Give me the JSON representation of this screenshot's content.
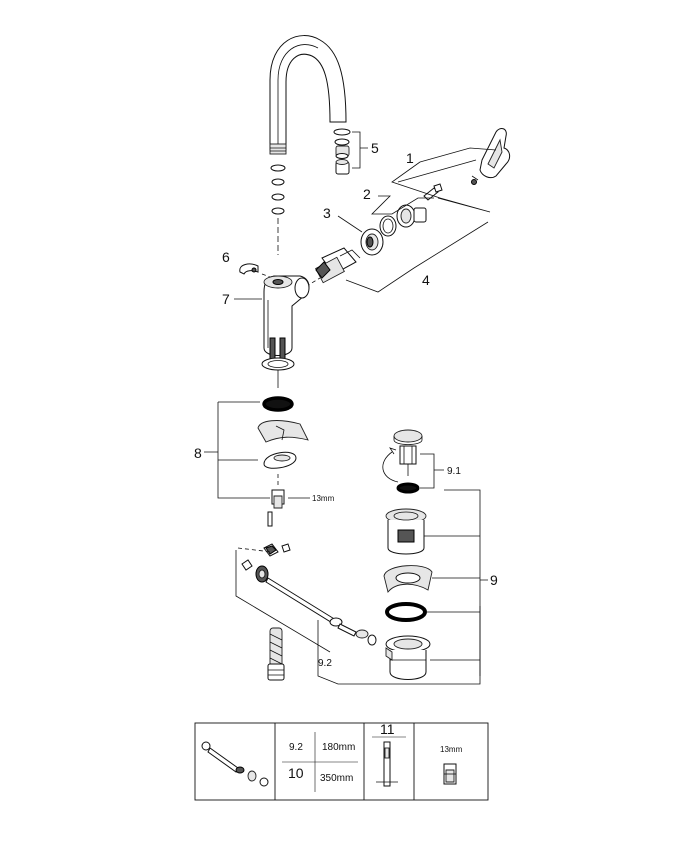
{
  "callouts": {
    "c1": "1",
    "c2": "2",
    "c3": "3",
    "c4": "4",
    "c5": "5",
    "c6": "6",
    "c7": "7",
    "c8": "8",
    "c9": "9",
    "c9_1": "9.1",
    "c9_2": "9.2",
    "wrench": "13mm"
  },
  "table": {
    "row1_code": "9.2",
    "row1_length": "180mm",
    "row2_code": "10",
    "row2_length": "350mm",
    "col_tool_id": "11",
    "col_wrench": "13mm"
  }
}
